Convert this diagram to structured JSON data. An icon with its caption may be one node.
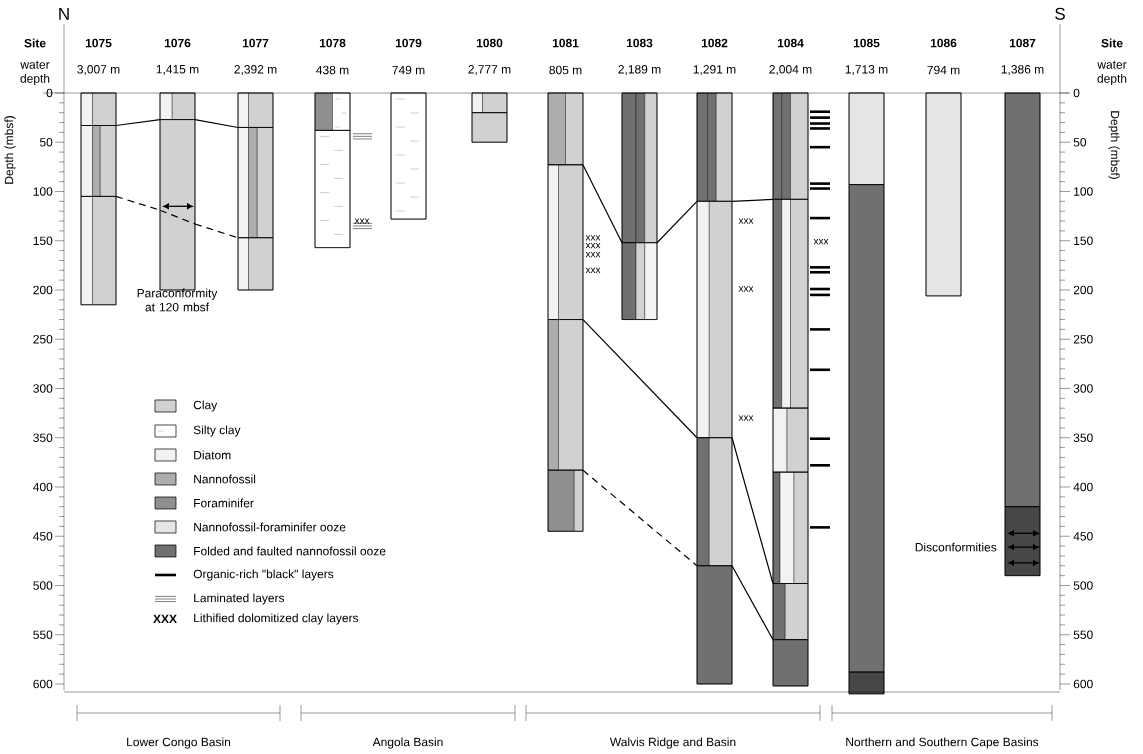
{
  "diagram": {
    "nodes": [
      {
        "text": [],
        "shape": "bar",
        "beside": [
          "1075",
          "3,007 m"
        ]
      },
      {
        "text": [],
        "shape": "bar",
        "beside": [
          "1076",
          "1,415 m"
        ]
      },
      {
        "text": [],
        "shape": "bar",
        "beside": [
          "1077",
          "2,392 m"
        ]
      },
      {
        "text": [],
        "shape": "bar",
        "beside": [
          "1078",
          "438 m",
          "xxx"
        ]
      },
      {
        "text": [],
        "shape": "bar",
        "beside": [
          "1079",
          "749 m"
        ]
      },
      {
        "text": [],
        "shape": "bar",
        "beside": [
          "1080",
          "2,777 m"
        ]
      },
      {
        "text": [],
        "shape": "bar",
        "beside": [
          "1081",
          "805 m",
          "xxx",
          "xxx",
          "xxx",
          "xxx"
        ]
      },
      {
        "text": [],
        "shape": "bar",
        "beside": [
          "1083",
          "2,189 m"
        ]
      },
      {
        "text": [],
        "shape": "bar",
        "beside": [
          "1082",
          "1,291 m",
          "xxx",
          "xxx",
          "xxx"
        ]
      },
      {
        "text": [],
        "shape": "bar",
        "beside": [
          "1084",
          "2,004 m",
          "xxx"
        ]
      },
      {
        "text": [],
        "shape": "bar",
        "beside": [
          "1085",
          "1,713 m"
        ]
      },
      {
        "text": [],
        "shape": "bar",
        "beside": [
          "1086",
          "794 m"
        ]
      },
      {
        "text": [],
        "shape": "bar",
        "beside": [
          "1087",
          "1,386 m"
        ]
      }
    ],
    "edges": [
      {
        "from": 0,
        "to": 1,
        "arrow": "none"
      },
      {
        "from": 1,
        "to": 2,
        "arrow": "none"
      },
      {
        "from": 0,
        "to": 1,
        "arrow": "none",
        "style": "dashed"
      },
      {
        "from": 1,
        "to": 2,
        "arrow": "none",
        "style": "dashed"
      },
      {
        "from": 6,
        "to": 7,
        "arrow": "none"
      },
      {
        "from": 7,
        "to": 8,
        "arrow": "none"
      },
      {
        "from": 8,
        "to": 9,
        "arrow": "none"
      },
      {
        "from": 6,
        "to": 8,
        "arrow": "none"
      },
      {
        "from": 8,
        "to": 9,
        "arrow": "none"
      },
      {
        "from": 6,
        "to": 8,
        "arrow": "none",
        "style": "dashed"
      },
      {
        "from": 8,
        "to": 9,
        "arrow": "none"
      }
    ],
    "labels": [
      "N",
      "S",
      "Site",
      "Site",
      "water depth",
      "water depth",
      "Depth (mbsf)",
      "0",
      "50",
      "100",
      "150",
      "200",
      "250",
      "300",
      "350",
      "400",
      "450",
      "500",
      "550",
      "600",
      "Depth (mbsf)",
      "0",
      "50",
      "100",
      "150",
      "200",
      "250",
      "300",
      "350",
      "400",
      "450",
      "500",
      "550",
      "600",
      "Paraconformity at 120 mbsf",
      "Disconformities",
      "Lower Congo Basin",
      "Angola Basin",
      "Walvis Ridge and Basin",
      "Northern and Southern Cape Basins",
      "XXX"
    ],
    "legend": [
      {
        "text": "Clay"
      },
      {
        "text": "Silty clay"
      },
      {
        "text": "Diatom"
      },
      {
        "text": "Nannofossil"
      },
      {
        "text": "Foraminifer"
      },
      {
        "text": "Nannofossil-foraminifer ooze"
      },
      {
        "text": "Folded and faulted nannofossil ooze"
      },
      {
        "text": "Organic-rich \"black\" layers"
      },
      {
        "text": "Laminated layers"
      },
      {
        "text": "Lithified dolomitized clay layers"
      }
    ]
  }
}
